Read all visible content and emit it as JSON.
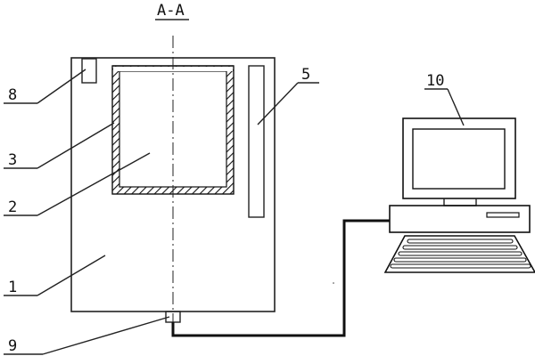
{
  "diagram": {
    "section_title": "A-A",
    "labels": {
      "l1": "1",
      "l2": "2",
      "l3": "3",
      "l5": "5",
      "l8": "8",
      "l9": "9",
      "l10": "10"
    }
  }
}
